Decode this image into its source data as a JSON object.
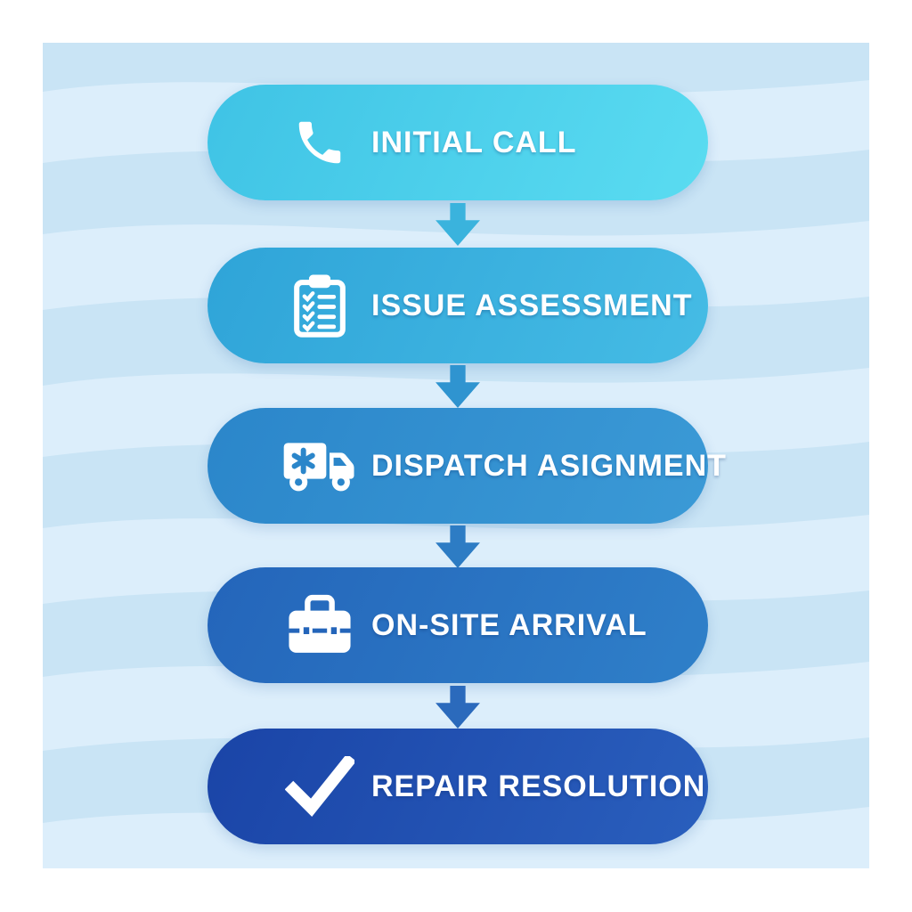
{
  "page": {
    "background": "#ffffff"
  },
  "flowchart": {
    "panel_background": "#c9e4f5",
    "wave_color": "#dceefb",
    "text_color": "#ffffff",
    "steps": [
      {
        "label": "INITIAL CALL",
        "icon": "phone-icon",
        "color_start": "#3fc3e5",
        "color_end": "#5adcf1"
      },
      {
        "label": "ISSUE ASSESSMENT",
        "icon": "clipboard-checklist-icon",
        "color_start": "#2fa4d8",
        "color_end": "#45bce5"
      },
      {
        "label": "DISPATCH ASIGNMENT",
        "icon": "service-truck-icon",
        "color_start": "#2b86ca",
        "color_end": "#3b9ad6"
      },
      {
        "label": "ON-SITE ARRIVAL",
        "icon": "toolbox-icon",
        "color_start": "#2465ba",
        "color_end": "#2f80c9"
      },
      {
        "label": "REPAIR RESOLUTION",
        "icon": "checkmark-icon",
        "color_start": "#1a44a7",
        "color_end": "#2a5fbd"
      }
    ],
    "connectors": [
      {
        "color": "#3ab3dd"
      },
      {
        "color": "#2f94d0"
      },
      {
        "color": "#2d7cc4"
      },
      {
        "color": "#2b6abc"
      }
    ]
  }
}
